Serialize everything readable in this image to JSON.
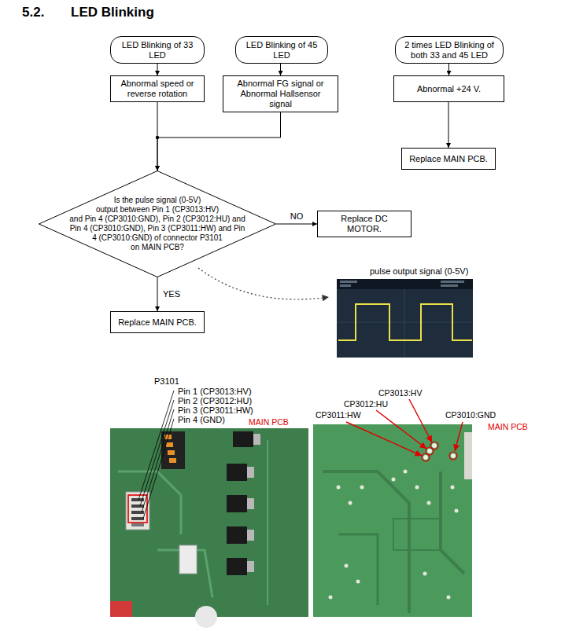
{
  "diagram": {
    "title": "LED Blinking",
    "nodes": [
      {
        "text": [
          "LED Blinking of 33 LED"
        ]
      },
      {
        "text": [
          "LED Blinking of 45 LED"
        ]
      },
      {
        "text": [
          "2 times LED Blinking of both 33 and 45 LED"
        ]
      },
      {
        "text": [
          "Abnormal speed or reverse rotation"
        ]
      },
      {
        "text": [
          "Abnormal FG signal or Abnormal Hallsensor signal"
        ]
      },
      {
        "text": [
          "Abnormal +24 V."
        ]
      },
      {
        "text": [
          "Is the pulse signal (0-5V) output between Pin 1 (CP3013:HV) and Pin 4 (CP3010:GND), Pin 2 (CP3012:HU) and Pin 4 (CP3010:GND), Pin 3 (CP3011:HW) and Pin 4 (CP3010:GND) of connector P3101 on MAIN PCB?"
        ]
      },
      {
        "text": [
          "Replace DC MOTOR."
        ]
      },
      {
        "text": [
          "Replace MAIN PCB."
        ]
      },
      {
        "text": [
          "Replace MAIN PCB."
        ]
      }
    ],
    "edges": [
      {
        "from": 0,
        "to": 3,
        "arrow": "to"
      },
      {
        "from": 1,
        "to": 4,
        "arrow": "to"
      },
      {
        "from": 2,
        "to": 5,
        "arrow": "to"
      },
      {
        "from": 5,
        "to": 8,
        "arrow": "to"
      },
      {
        "from": 3,
        "to": 6,
        "arrow": "to"
      },
      {
        "from": 4,
        "to": 6,
        "arrow": "to"
      },
      {
        "from": 6,
        "to": 7,
        "label": "NO",
        "arrow": "to"
      },
      {
        "from": 6,
        "to": 9,
        "label": "YES",
        "arrow": "to"
      }
    ],
    "labels": [
      "5.2.",
      "pulse output signal (0-5V)",
      "P3101",
      "Pin 1 (CP3013:HV)",
      "Pin 2 (CP3012:HU)",
      "Pin 3 (CP3011:HW)",
      "Pin 4 (GND)",
      "MAIN PCB",
      "CP3013:HV",
      "CP3012:HU",
      "CP3011:HW",
      "CP3010:GND",
      "MAIN PCB"
    ]
  }
}
